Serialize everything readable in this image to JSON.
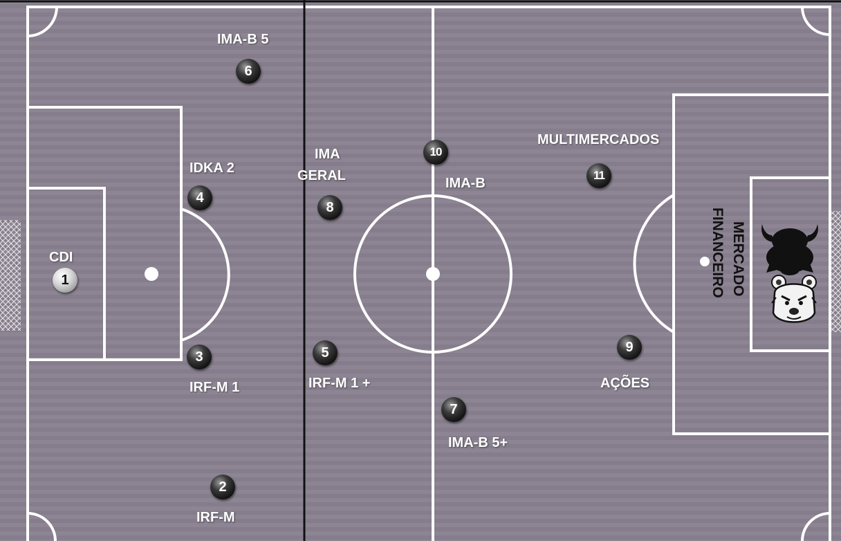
{
  "field": {
    "grass_color": "#8a8290",
    "line_color": "#ffffff",
    "divider_color": "#111111"
  },
  "players": [
    {
      "number": "1",
      "label": "CDI",
      "style": "light"
    },
    {
      "number": "2",
      "label": "IRF-M",
      "style": "dark"
    },
    {
      "number": "3",
      "label": "IRF-M 1",
      "style": "dark"
    },
    {
      "number": "4",
      "label": "IDKA 2",
      "style": "dark"
    },
    {
      "number": "5",
      "label": "IRF-M 1 +",
      "style": "dark"
    },
    {
      "number": "6",
      "label": "IMA-B 5",
      "style": "dark"
    },
    {
      "number": "7",
      "label": "IMA-B 5+",
      "style": "dark"
    },
    {
      "number": "8",
      "label_line1": "IMA",
      "label_line2": "GERAL",
      "style": "dark"
    },
    {
      "number": "9",
      "label": "AÇÕES",
      "style": "dark"
    },
    {
      "number": "10",
      "label": "IMA-B",
      "style": "dark"
    },
    {
      "number": "11",
      "label": "MULTIMERCADOS",
      "style": "dark"
    }
  ],
  "opponent": {
    "line1": "MERCADO",
    "line2": "FINANCEIRO",
    "icons": [
      "bull-icon",
      "bear-icon"
    ]
  }
}
